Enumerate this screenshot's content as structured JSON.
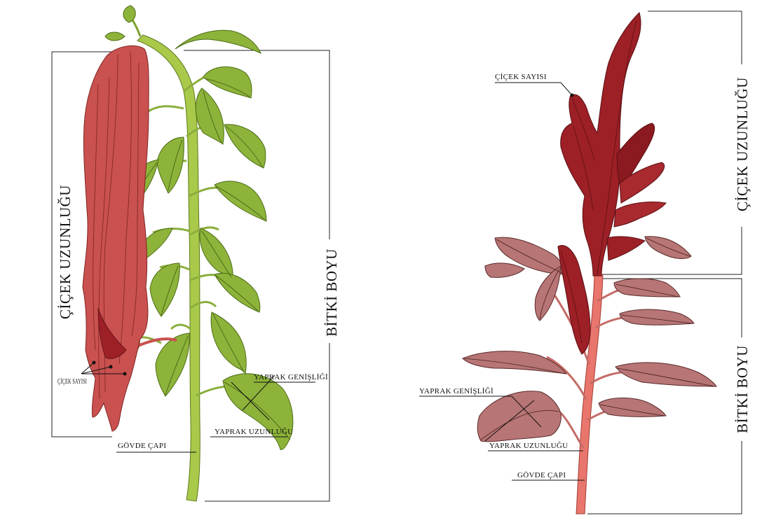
{
  "left_plant": {
    "flower_length": "ÇİÇEK UZUNLUĞU",
    "plant_height": "BİTKİ BOYU",
    "flower_count": "ÇİÇEK SAYISI",
    "leaf_width": "YAPRAK GENİŞLİĞİ",
    "leaf_length": "YAPRAK UZUNLUĞU",
    "stem_diameter": "GÖVDE ÇAPI"
  },
  "right_plant": {
    "flower_length": "ÇİÇEK UZUNLUĞU",
    "plant_height": "BİTKİ BOYU",
    "flower_count": "ÇİÇEK SAYISI",
    "leaf_width": "YAPRAK GENİŞLİĞİ",
    "leaf_length": "YAPRAK UZUNLUĞU",
    "stem_diameter": "GÖVDE ÇAPI"
  },
  "colors": {
    "green_stem": "#a8c94a",
    "green_leaf": "#8db33a",
    "red_flower": "#c9514f",
    "dark_flower": "#9c2026",
    "pink_stem": "#e8766c",
    "mauve_leaf": "#b77575",
    "line": "#222222"
  }
}
